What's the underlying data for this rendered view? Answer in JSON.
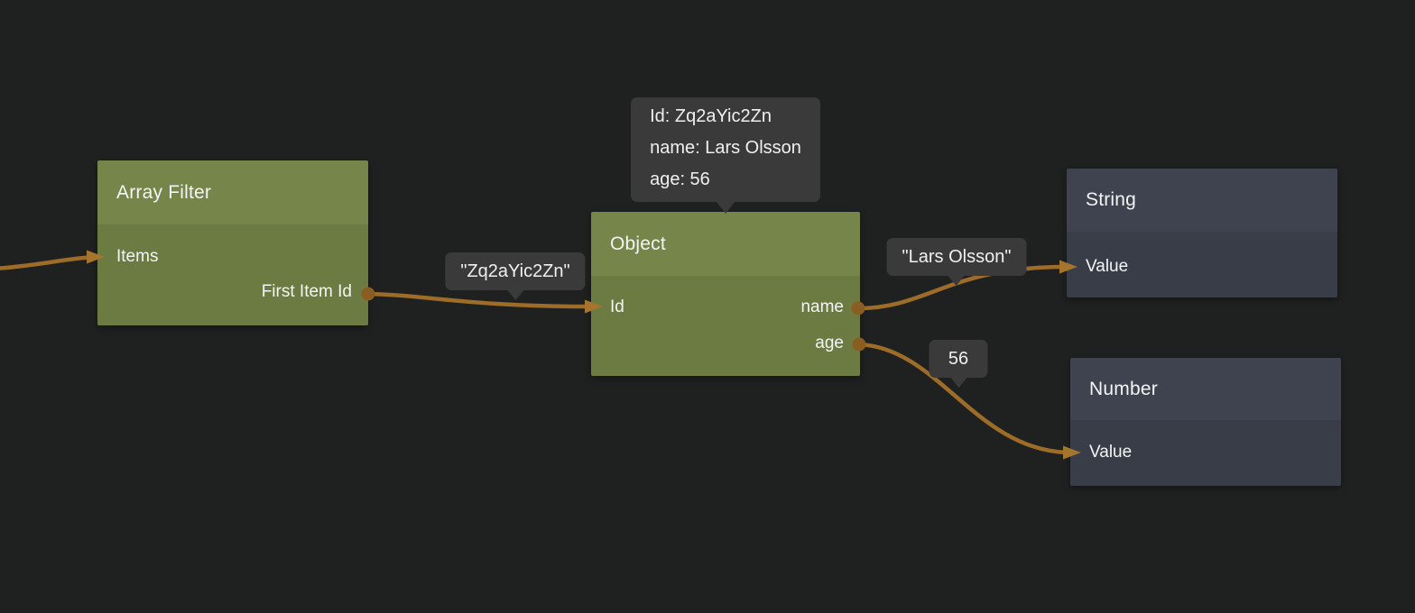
{
  "colors": {
    "background": "#1f2020",
    "text": "#f4f4f4",
    "green_header": "#76864a",
    "green_body": "#6c7b42",
    "slate_header": "#3f434f",
    "slate_body": "#393d48",
    "wire": "#9c6c28",
    "port": "#8a5d22",
    "arrow": "#a5752e",
    "bubble_bg": "#3a3a3a",
    "bubble_text": "#f0f0f0"
  },
  "nodes": {
    "array_filter": {
      "title": "Array Filter",
      "inputs": [
        {
          "label": "Items"
        }
      ],
      "outputs": [
        {
          "label": "First Item Id"
        }
      ]
    },
    "object": {
      "title": "Object",
      "inputs": [
        {
          "label": "Id"
        }
      ],
      "outputs": [
        {
          "label": "name"
        },
        {
          "label": "age"
        }
      ]
    },
    "string": {
      "title": "String",
      "inputs": [
        {
          "label": "Value"
        }
      ],
      "outputs": []
    },
    "number": {
      "title": "Number",
      "inputs": [
        {
          "label": "Value"
        }
      ],
      "outputs": []
    }
  },
  "tooltip": {
    "line1": "Id: Zq2aYic2Zn",
    "line2": "name: Lars Olsson",
    "line3": "age: 56"
  },
  "edge_labels": {
    "id_value": "\"Zq2aYic2Zn\"",
    "name_value": "\"Lars Olsson\"",
    "age_value": "56"
  }
}
